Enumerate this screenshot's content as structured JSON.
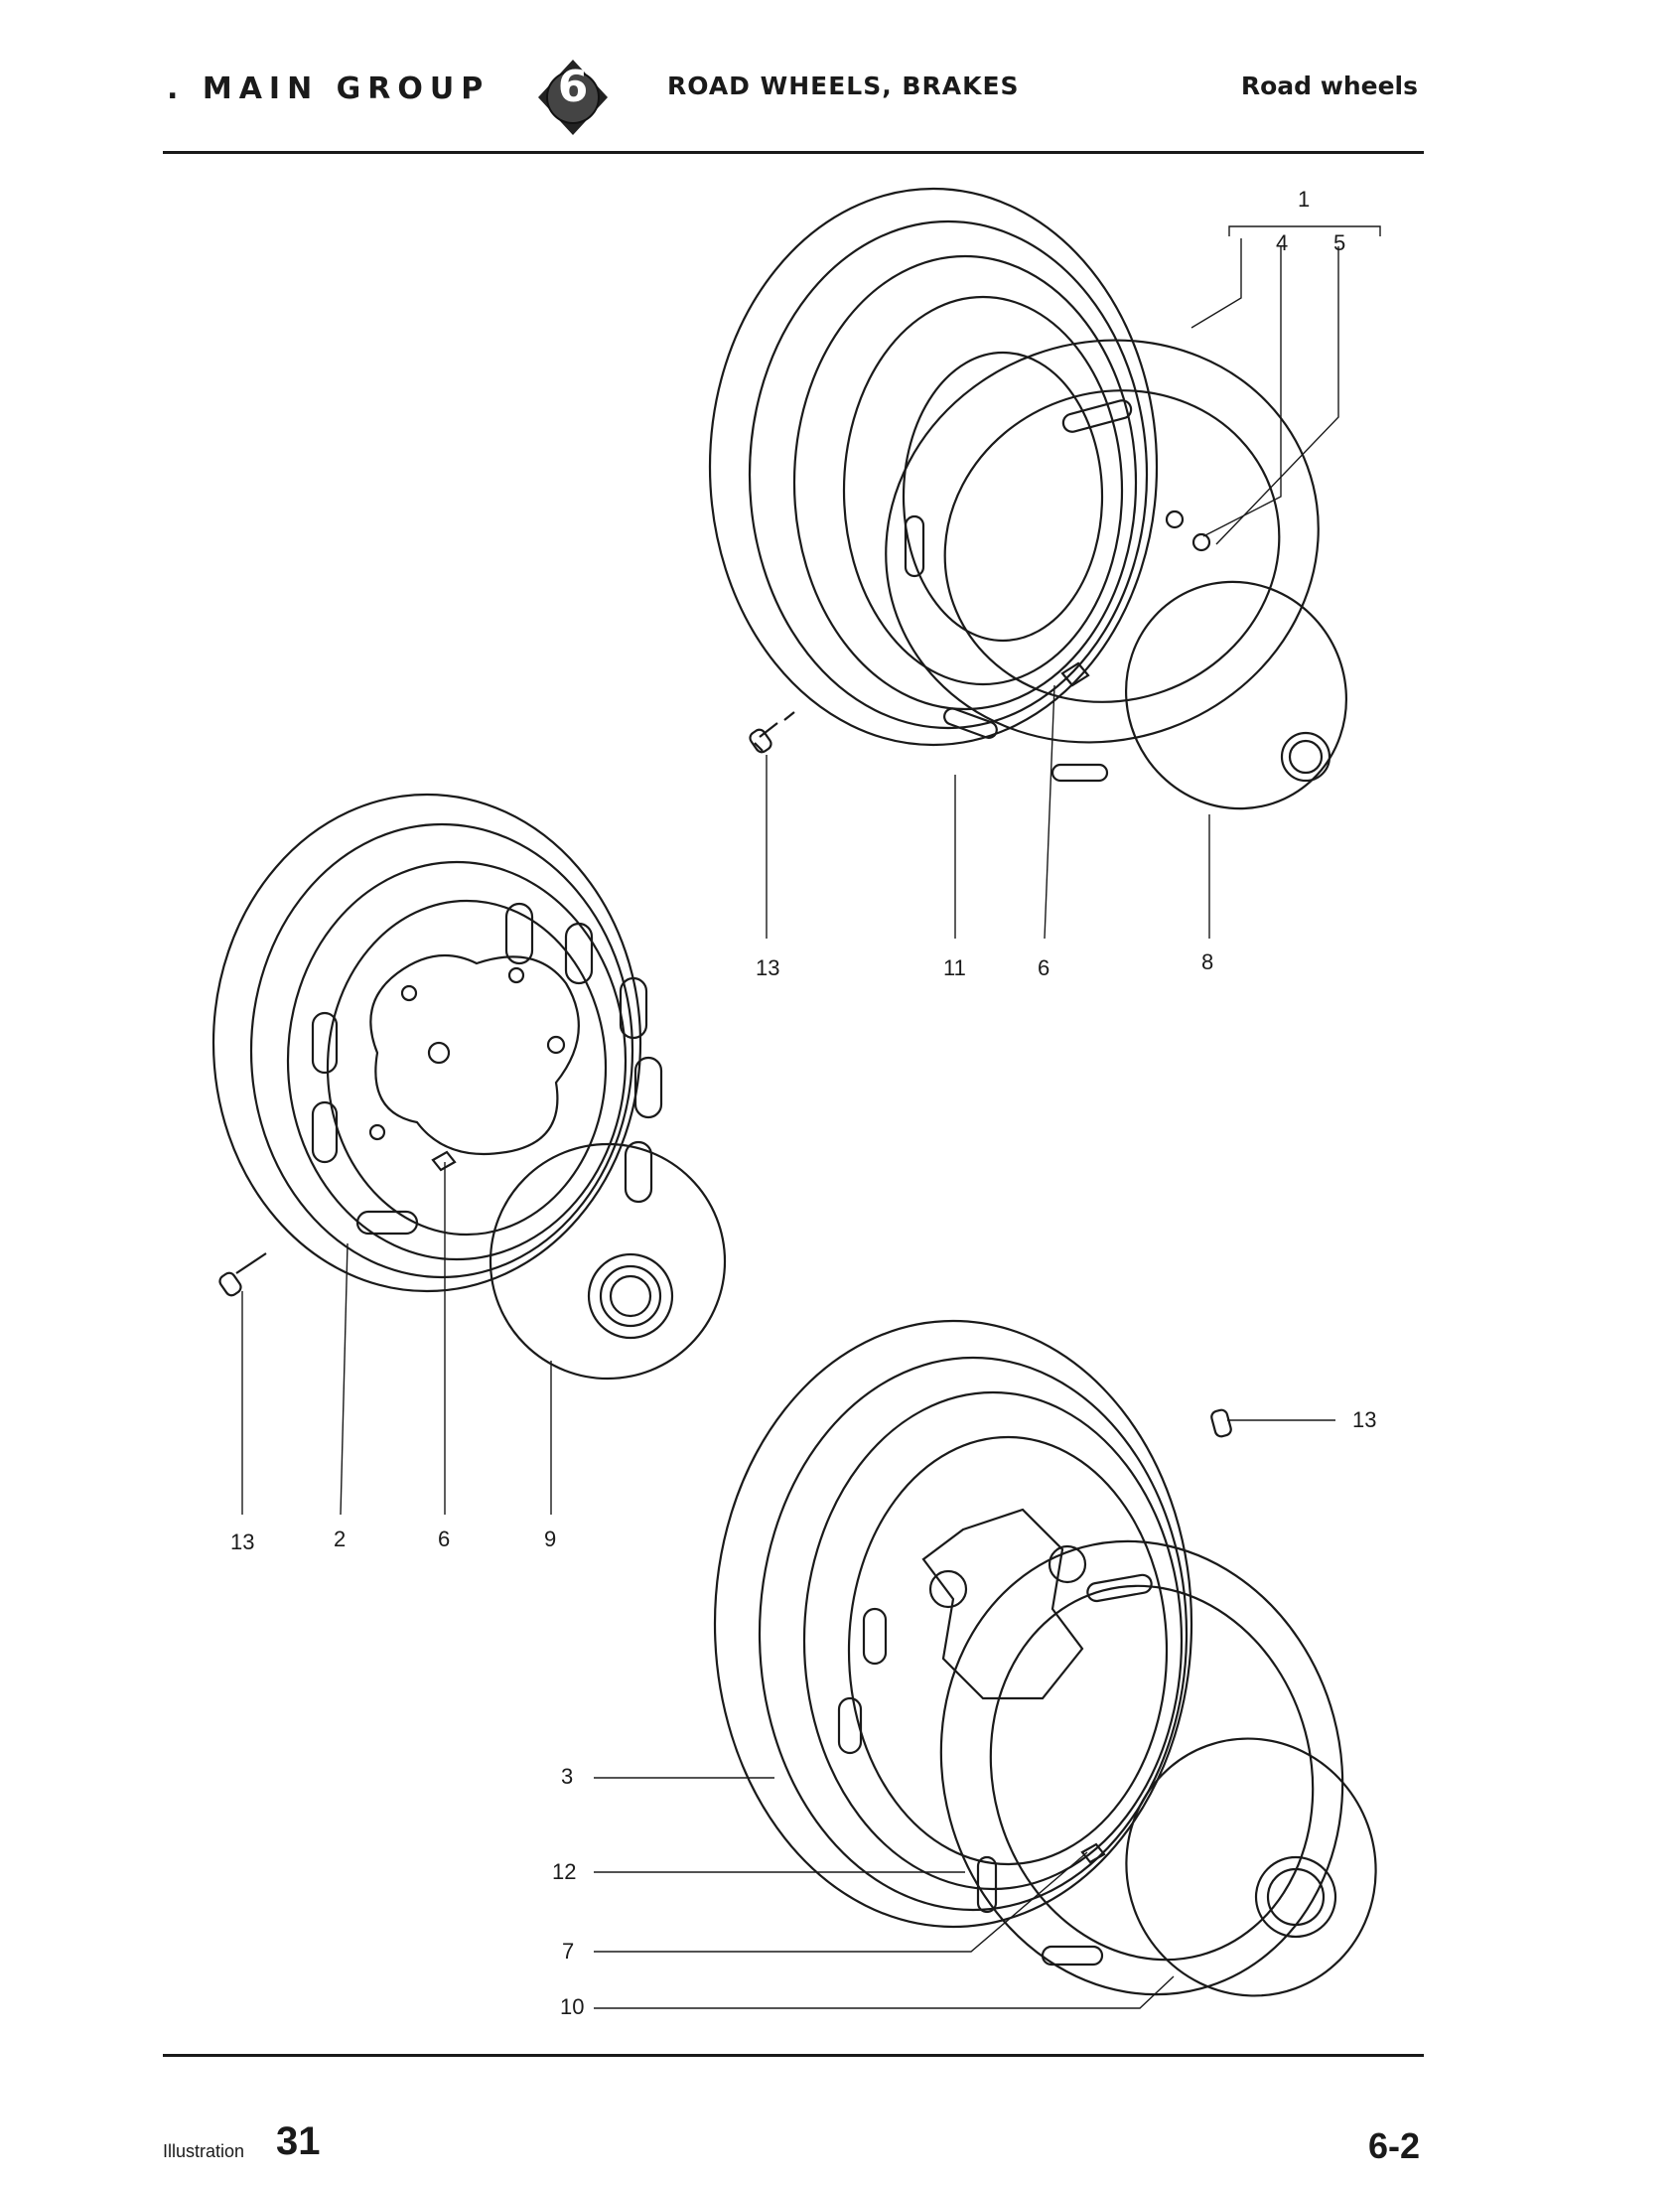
{
  "header": {
    "main_group": ". MAIN GROUP",
    "group_number": "6",
    "section_title": "ROAD WHEELS, BRAKES",
    "subsection_title": "Road wheels"
  },
  "callouts": {
    "c1": "1",
    "c4": "4",
    "c5": "5",
    "c13a": "13",
    "c11": "11",
    "c6a": "6",
    "c8": "8",
    "c13b": "13",
    "c2": "2",
    "c6b": "6",
    "c9": "9",
    "c13c": "13",
    "c3": "3",
    "c12": "12",
    "c7": "7",
    "c10": "10"
  },
  "footer": {
    "illustration_label": "Illustration",
    "illustration_number": "31",
    "page_number": "6-2"
  }
}
